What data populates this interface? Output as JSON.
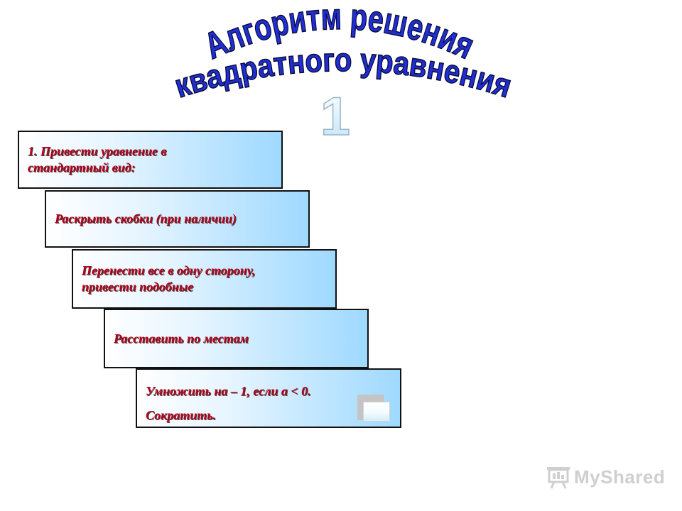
{
  "title": {
    "line1": "Алгоритм решения",
    "line2": "квадратного уравнения",
    "number": "1"
  },
  "steps": [
    {
      "lines": [
        "1. Привести уравнение в",
        "стандартный вид:"
      ]
    },
    {
      "lines": [
        "Раскрыть скобки (при наличии)"
      ]
    },
    {
      "lines": [
        "Перенести все в одну сторону,",
        "привести подобные"
      ]
    },
    {
      "lines": [
        "Расставить по местам"
      ]
    },
    {
      "lines": [
        "Умножить на – 1, если a < 0.",
        "Сократить."
      ]
    }
  ],
  "watermark": {
    "text": "MyShared"
  },
  "colors": {
    "title_fill": "#1f2fd3",
    "step_text": "#b4001a",
    "number_fill": "#d9eefc"
  }
}
